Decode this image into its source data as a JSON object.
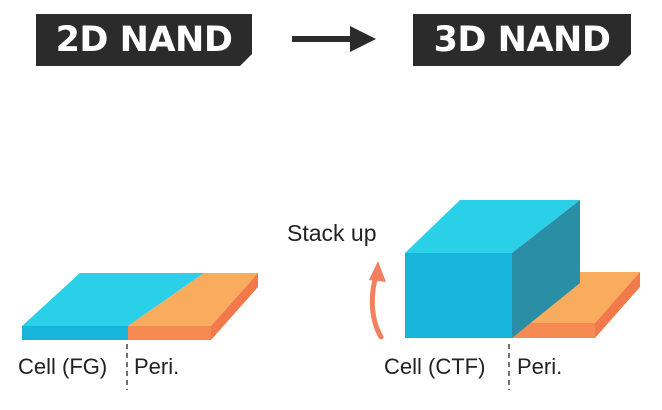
{
  "header": {
    "left_title": "2D NAND",
    "right_title": "3D NAND"
  },
  "left_diagram": {
    "cell_label": "Cell (FG)",
    "peri_label": "Peri."
  },
  "right_diagram": {
    "stack_label": "Stack up",
    "cell_label": "Cell (CTF)",
    "peri_label": "Peri."
  },
  "colors": {
    "badge_bg": "#2b2b2b",
    "badge_text": "#ffffff",
    "cell_top": "#2ad0e8",
    "cell_front": "#17b4dc",
    "cell_side": "#2a8fa6",
    "peri_top": "#f9ab5e",
    "peri_front": "#f58b52",
    "peri_side": "#f27a4a",
    "stack_arrow": "#f08060",
    "divider": "#444444",
    "label_text": "#222222"
  }
}
